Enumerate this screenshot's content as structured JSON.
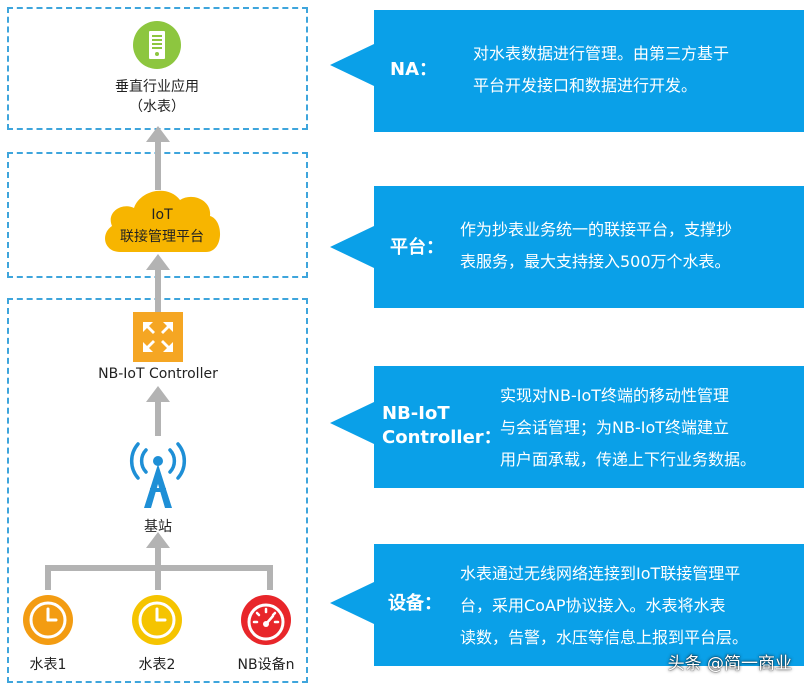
{
  "nodes": {
    "app_line1": "垂直行业应用",
    "app_line2": "（水表）",
    "cloud_line1": "IoT",
    "cloud_line2": "联接管理平台",
    "controller": "NB-IoT Controller",
    "base_station": "基站",
    "meter1": "水表1",
    "meter2": "水表2",
    "device_n": "NB设备n"
  },
  "callouts": [
    {
      "title": "NA：",
      "text_lines": [
        "对水表数据进行管理。由第三方基于",
        "平台开发接口和数据进行开发。"
      ]
    },
    {
      "title": "平台：",
      "text_lines": [
        "作为抄表业务统一的联接平台，支撑抄",
        "表服务，最大支持接入500万个水表。"
      ]
    },
    {
      "title_lines": [
        "NB-IoT",
        "Controller："
      ],
      "text_lines": [
        "实现对NB-IoT终端的移动性管理",
        "与会话管理；为NB-IoT终端建立",
        "用户面承载，传递上下行业务数据。"
      ]
    },
    {
      "title": "设备：",
      "text_lines": [
        "水表通过无线网络连接到IoT联接管理平",
        "台，采用CoAP协议接入。水表将水表",
        "读数，告警，水压等信息上报到平台层。"
      ]
    }
  ],
  "watermark": "头条 @简一商业",
  "colors": {
    "callout_bg": "#0aa0e8",
    "dashed_border": "#3ea5dc",
    "arrow": "#b3b3b3",
    "app_icon": "#8dc63f",
    "cloud": "#f7b500",
    "controller": "#f5a623",
    "tower": "#1e8fd6",
    "meter_orange": "#f39c12",
    "meter_yellow": "#f5c400",
    "meter_red": "#e8262a"
  }
}
